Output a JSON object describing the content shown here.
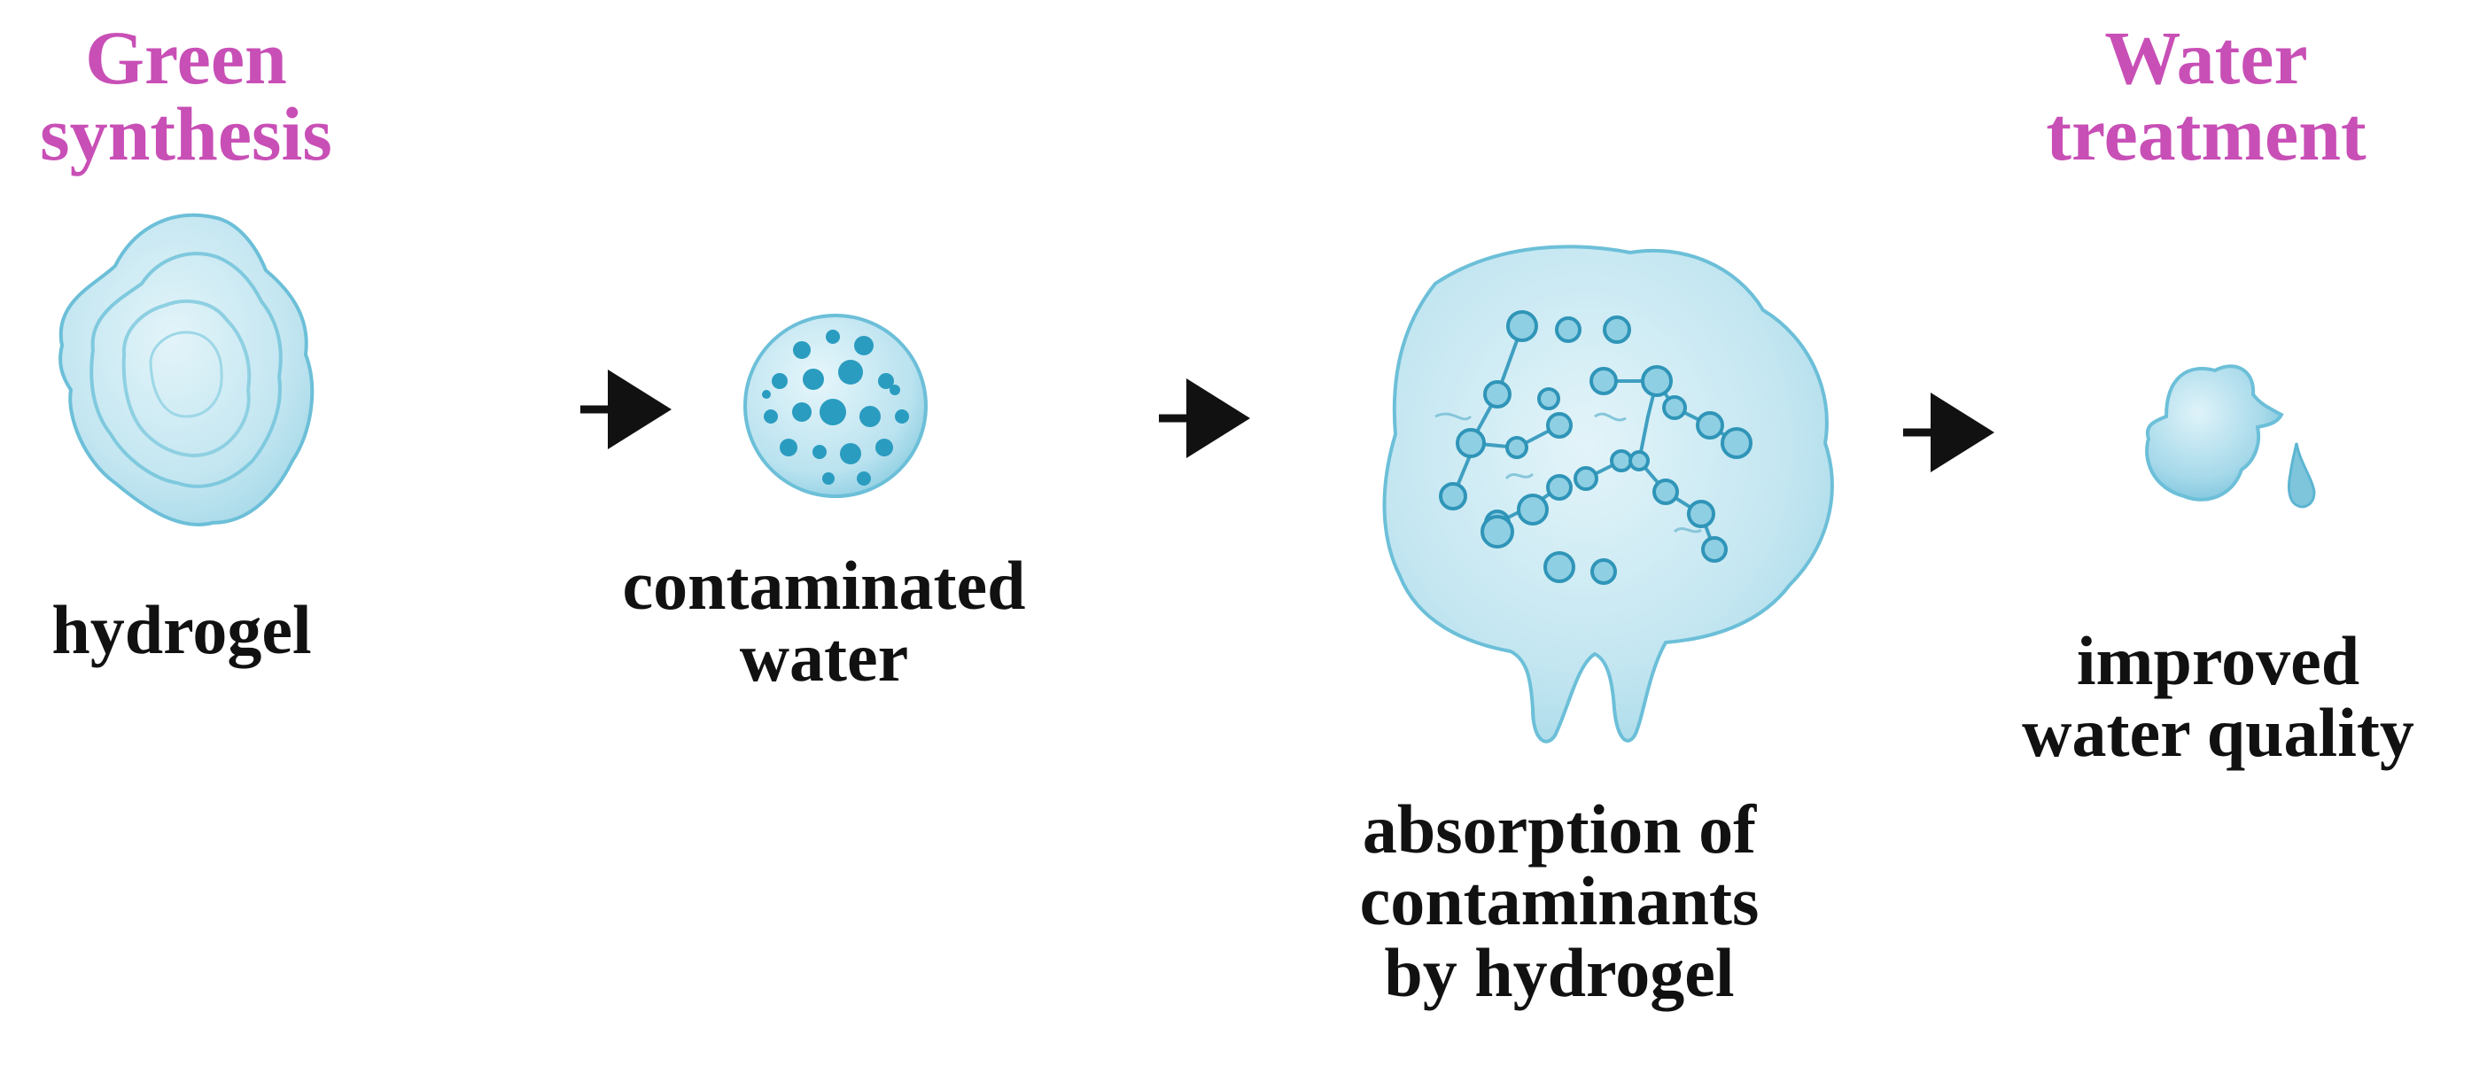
{
  "headings": {
    "left": "Green\nsynthesis",
    "right": "Water\ntreatment"
  },
  "steps": [
    {
      "label": "hydrogel",
      "icon": "hydrogel-icon"
    },
    {
      "label": "contaminated\nwater",
      "icon": "contaminated-water-icon"
    },
    {
      "label": "absorption of\ncontaminants\nby hydrogel",
      "icon": "hydrogel-absorption-icon"
    },
    {
      "label": "improved\nwater quality",
      "icon": "water-droplet-icon"
    }
  ],
  "colors": {
    "heading": "#c84fb6",
    "label": "#111111",
    "gel_fill": "#c9e8f2",
    "gel_stroke": "#6cbfd8",
    "contaminant": "#2a9cc0",
    "arrow": "#111111"
  }
}
